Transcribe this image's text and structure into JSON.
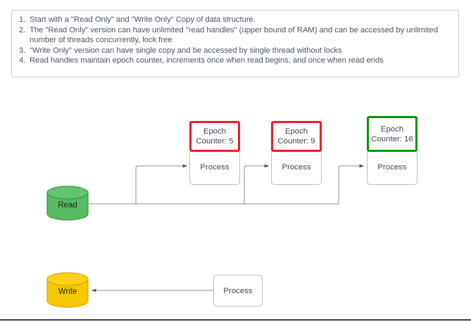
{
  "notes": {
    "items": [
      {
        "num": "1.",
        "text": "Start with a \"Read Only\" and \"Write Only\" Copy of data structure."
      },
      {
        "num": "2.",
        "text": "The \"Read Only\" version can have unlimited \"read handles\" (upper bound of RAM) and can be accessed by unlimited number of threads concurrently, lock free"
      },
      {
        "num": "3.",
        "text": "\"Write Only\" version can have single copy and be accessed by single thread without locks"
      },
      {
        "num": "4.",
        "text": "Read handles maintain epoch counter, increments once when read begins, and once when read ends"
      }
    ]
  },
  "diagram": {
    "read_store": {
      "label": "Read",
      "color": "#57bb63",
      "top_color": "#6fc97a",
      "stroke": "#2f9b41"
    },
    "write_store": {
      "label": "Write",
      "color": "#f7c700",
      "top_color": "#ffd633",
      "stroke": "#d9a800"
    },
    "read_branches": [
      {
        "epoch_label": "Epoch Counter: 5",
        "epoch_color": "#ee1c25",
        "process_label": "Process"
      },
      {
        "epoch_label": "Epoch Counter: 9",
        "epoch_color": "#ee1c25",
        "process_label": "Process"
      },
      {
        "epoch_label": "Epoch Counter: 16",
        "epoch_color": "#009900",
        "process_label": "Process"
      }
    ],
    "write_branch": {
      "process_label": "Process"
    },
    "edge_color": "#6b7280"
  }
}
